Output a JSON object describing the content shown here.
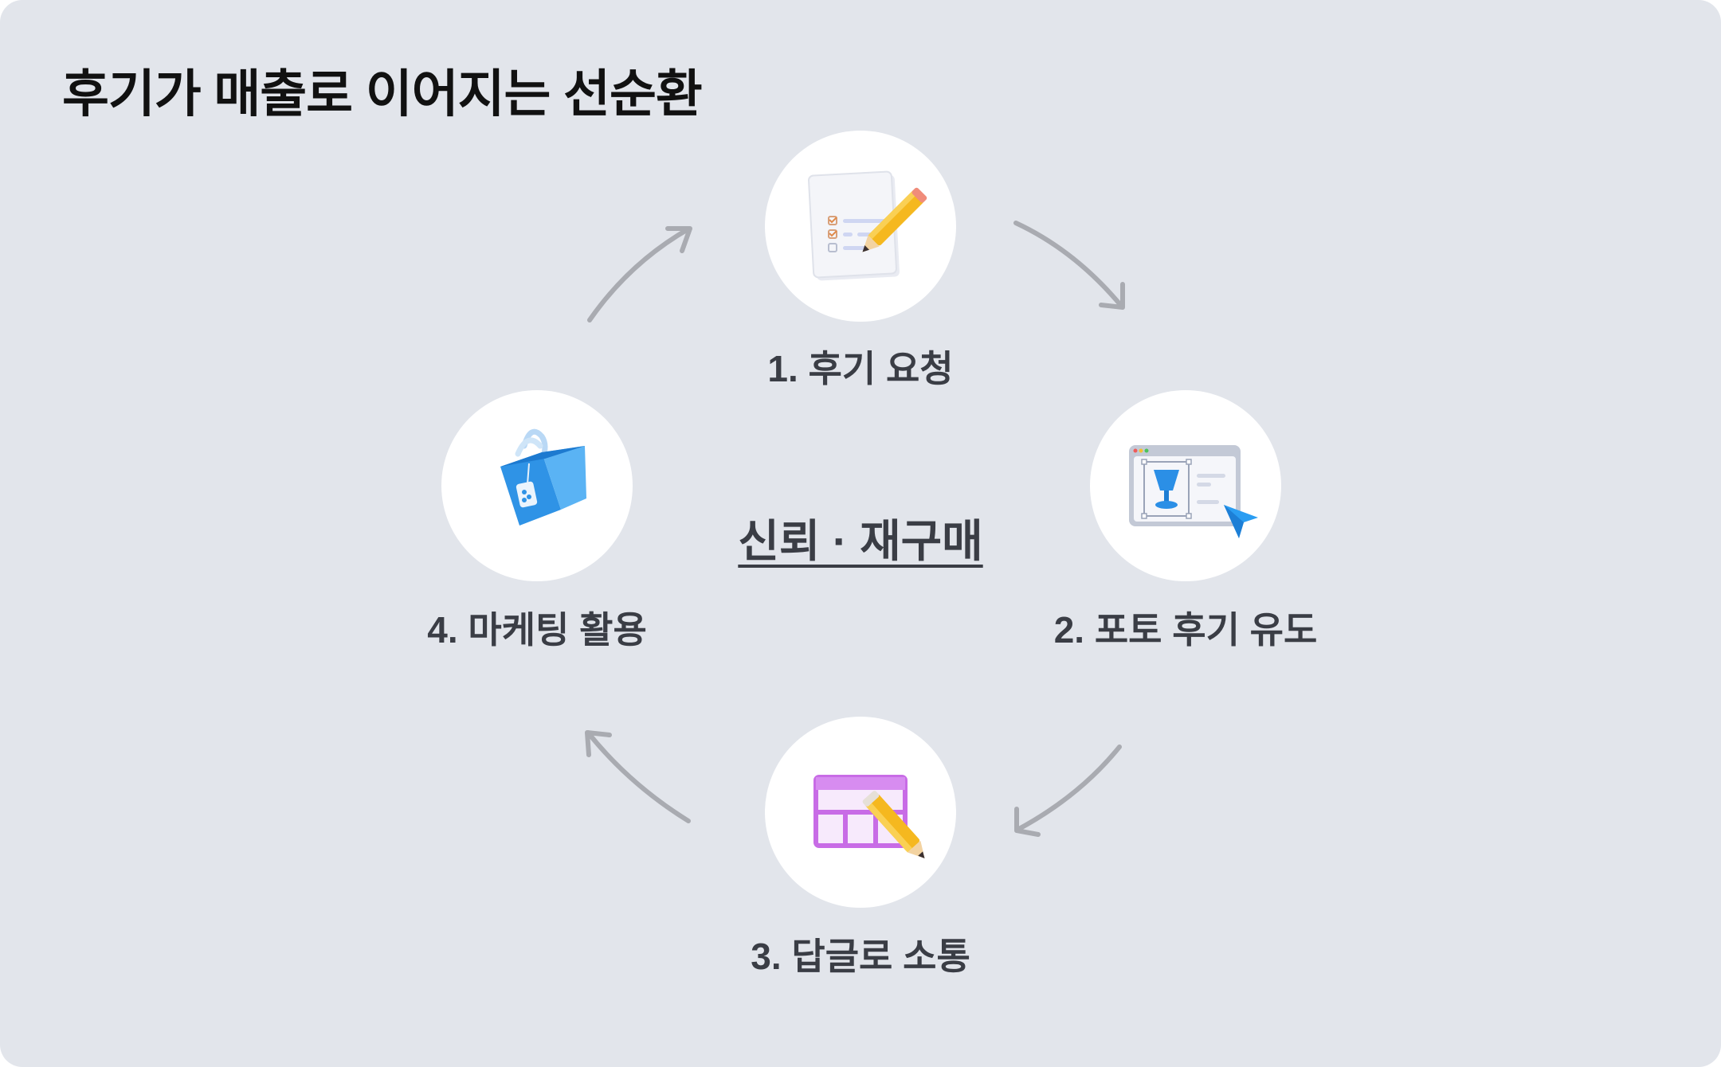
{
  "title": "후기가 매출로 이어지는 선순환",
  "center": {
    "label": "신뢰 · 재구매"
  },
  "steps": [
    {
      "label": "1. 후기 요청",
      "icon": "checklist-pencil-icon"
    },
    {
      "label": "2. 포토 후기 유도",
      "icon": "photo-editor-cursor-icon"
    },
    {
      "label": "3. 답글로 소통",
      "icon": "table-pencil-icon"
    },
    {
      "label": "4. 마케팅 활용",
      "icon": "shopping-bag-icon"
    }
  ],
  "colors": {
    "background": "#e2e5eb",
    "circle": "#ffffff",
    "arrow": "#a9abb1",
    "title": "#111111",
    "label": "#3a3d45"
  }
}
